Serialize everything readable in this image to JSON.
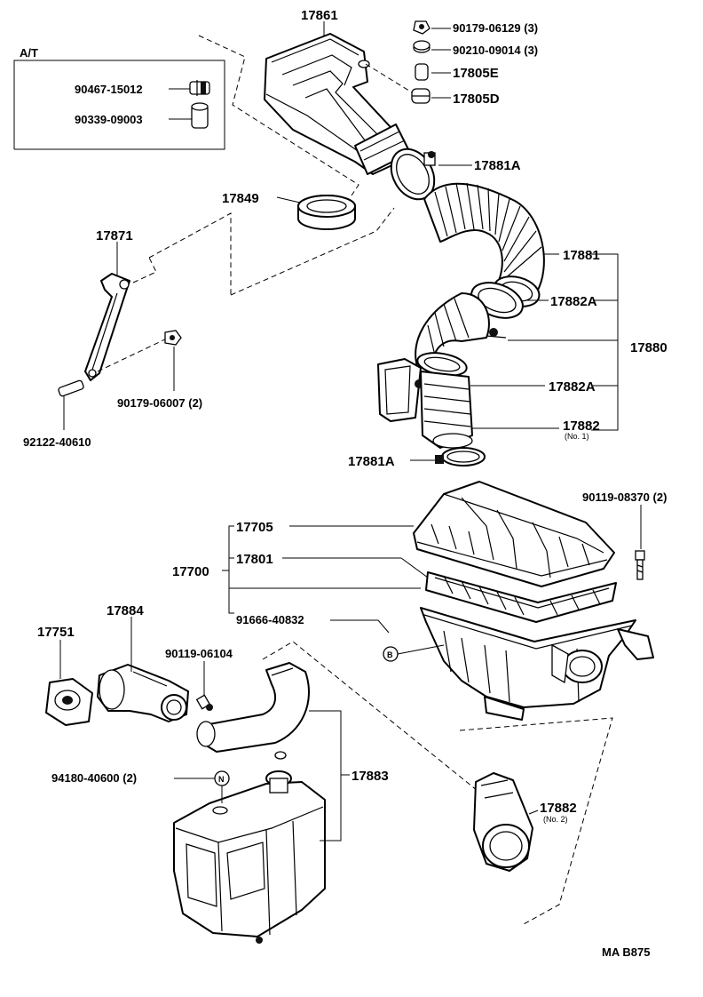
{
  "diagram": {
    "group_label": "A/T",
    "footer_code": "MA B875",
    "callouts": [
      {
        "id": "17861",
        "label": "17861"
      },
      {
        "id": "90179-06129",
        "label": "90179-06129 (3)"
      },
      {
        "id": "90210-09014",
        "label": "90210-09014 (3)"
      },
      {
        "id": "17805E",
        "label": "17805E"
      },
      {
        "id": "17805D",
        "label": "17805D"
      },
      {
        "id": "90467-15012",
        "label": "90467-15012"
      },
      {
        "id": "90339-09003",
        "label": "90339-09003"
      },
      {
        "id": "17881A-top",
        "label": "17881A"
      },
      {
        "id": "17849",
        "label": "17849"
      },
      {
        "id": "17871",
        "label": "17871"
      },
      {
        "id": "17881",
        "label": "17881"
      },
      {
        "id": "17882A-top",
        "label": "17882A"
      },
      {
        "id": "17880",
        "label": "17880"
      },
      {
        "id": "17882A-bottom",
        "label": "17882A"
      },
      {
        "id": "17882-no1",
        "label": "17882",
        "sub": "(No. 1)"
      },
      {
        "id": "90179-06007",
        "label": "90179-06007 (2)"
      },
      {
        "id": "92122-40610",
        "label": "92122-40610"
      },
      {
        "id": "17881A-bottom",
        "label": "17881A"
      },
      {
        "id": "90119-08370",
        "label": "90119-08370 (2)"
      },
      {
        "id": "17705",
        "label": "17705"
      },
      {
        "id": "17700",
        "label": "17700"
      },
      {
        "id": "17801",
        "label": "17801"
      },
      {
        "id": "91666-40832",
        "label": "91666-40832"
      },
      {
        "id": "17884",
        "label": "17884"
      },
      {
        "id": "17751",
        "label": "17751"
      },
      {
        "id": "90119-06104",
        "label": "90119-06104"
      },
      {
        "id": "17883",
        "label": "17883"
      },
      {
        "id": "94180-40600",
        "label": "94180-40600 (2)"
      },
      {
        "id": "17882-no2",
        "label": "17882",
        "sub": "(No. 2)"
      }
    ],
    "markers": {
      "b": "B",
      "n": "N"
    }
  }
}
